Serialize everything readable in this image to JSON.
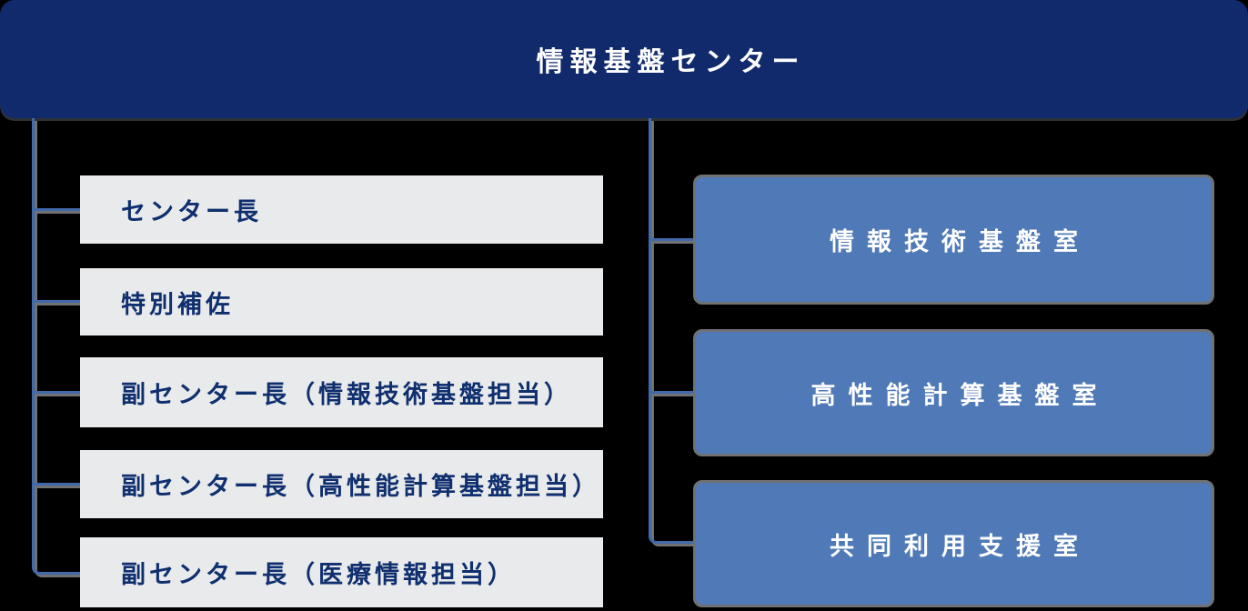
{
  "header": {
    "title": "情報基盤センター"
  },
  "left_column": {
    "items": [
      {
        "label": "センター長"
      },
      {
        "label": "特別補佐"
      },
      {
        "label": "副センター長（情報技術基盤担当）"
      },
      {
        "label": "副センター長（高性能計算基盤担当）"
      },
      {
        "label": "副センター長（医療情報担当）"
      }
    ]
  },
  "right_column": {
    "items": [
      {
        "label": "情報技術基盤室"
      },
      {
        "label": "高性能計算基盤室"
      },
      {
        "label": "共同利用支援室"
      }
    ]
  },
  "colors": {
    "background": "#000000",
    "header_bg": "#112A6C",
    "header_text": "#FFFFFF",
    "header_shadow": "#2F3133",
    "left_box_bg": "#E9EAEB",
    "left_box_text": "#0F2F6F",
    "right_box_bg": "#4F79B7",
    "right_box_border": "#6F7173",
    "right_box_text": "#FFFFFF",
    "connector_blue": "#4269A9",
    "connector_shadow_gray": "#6F7173"
  }
}
